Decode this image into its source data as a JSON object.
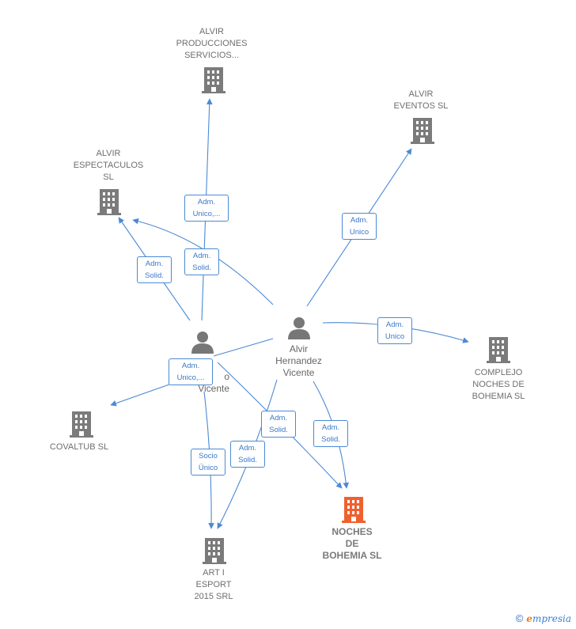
{
  "companies": {
    "producciones": {
      "label": "ALVIR\nPRODUCCIONES\nSERVICIOS..."
    },
    "eventos": {
      "label": "ALVIR\nEVENTOS  SL"
    },
    "espectaculos": {
      "label": "ALVIR\nESPECTACULOS\nSL"
    },
    "complejo": {
      "label": "COMPLEJO\nNOCHES DE\nBOHEMIA  SL"
    },
    "covaltub": {
      "label": "COVALTUB SL"
    },
    "noches": {
      "label": "NOCHES\nDE\nBOHEMIA  SL"
    },
    "art": {
      "label": "ART I\nESPORT\n2015 SRL"
    }
  },
  "persons": {
    "alvir": {
      "label": "Alvir\nHernandez\nVicente"
    },
    "second": {
      "label": "o\nVicente"
    }
  },
  "edges": {
    "e1": "Adm.\nUnico,...",
    "e2": "Adm.\nSolid.",
    "e3": "Adm.\nSolid.",
    "e4": "Adm.\nUnico",
    "e5": "Adm.\nUnico",
    "e6": "Adm.\nUnico,...",
    "e7": "Adm.\nSolid.",
    "e8": "Adm.\nSolid.",
    "e9": "Socio\nÚnico",
    "e10": "Adm.\nSolid."
  },
  "colors": {
    "line": "#4a8ad4",
    "building": "#7b7b7b",
    "highlight": "#f0602f",
    "person": "#777777"
  },
  "footer": {
    "copyright": "©",
    "brand_e": "e",
    "brand_rest": "mpresia"
  }
}
